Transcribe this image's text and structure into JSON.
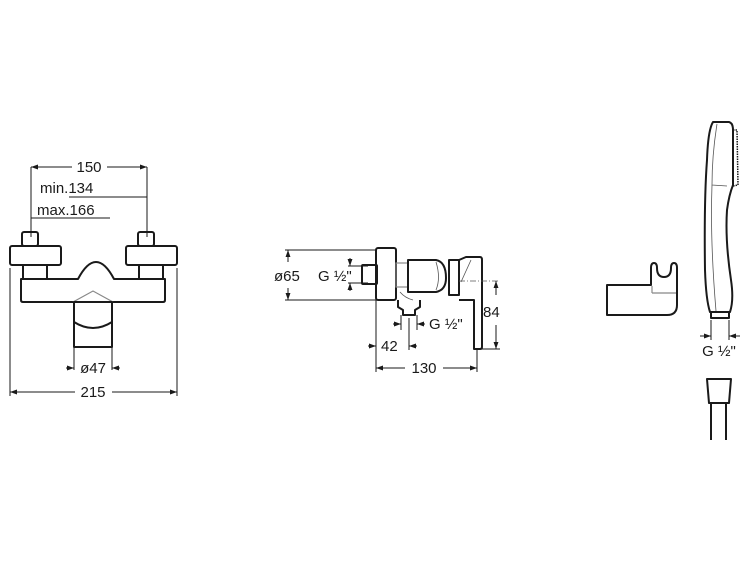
{
  "drawings": {
    "front_view": {
      "label": "front-view-mixer",
      "dimensions": {
        "centers": "150",
        "min": "min.134",
        "max": "max.166",
        "outlet_diameter": "ø47",
        "overall_width": "215"
      }
    },
    "side_view": {
      "label": "side-view-mixer",
      "dimensions": {
        "flange_diameter": "ø65",
        "inlet_thread": "G ½\"",
        "outlet_thread": "G ½\"",
        "outlet_offset": "42",
        "height": "84",
        "depth": "130"
      }
    },
    "accessories": {
      "label": "hand-shower-and-holder",
      "dimensions": {
        "shower_thread": "G ½\""
      }
    }
  },
  "colors": {
    "line": "#1a1a1a",
    "background": "#ffffff"
  }
}
